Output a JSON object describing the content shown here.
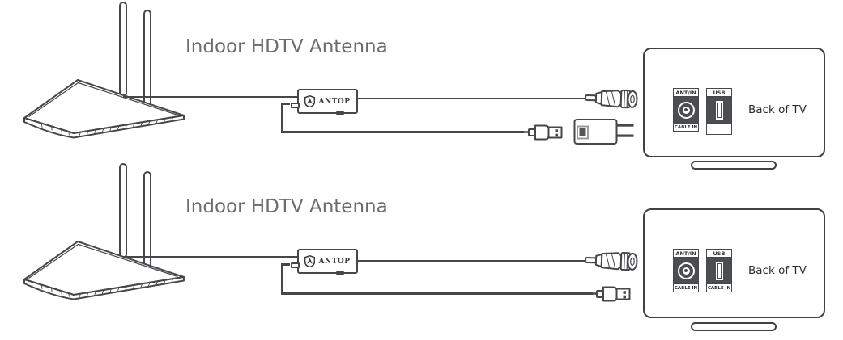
{
  "colors": {
    "line_art": "#45474b",
    "title_text": "#6a6c71",
    "port_panel_dark": "#4b4d51",
    "label_text": "#2f3134"
  },
  "icons": {
    "antop_logo": "shield-with-chevron",
    "coax_port": "concentric-circles",
    "usb_port": "vertical-slot"
  },
  "diagrams": [
    {
      "title": "Indoor HDTV Antenna",
      "amplifier": {
        "brand": "ANTOP"
      },
      "connections": [
        "antenna-to-amplifier-coax",
        "amplifier-usb-power-to-wall-adapter",
        "amplifier-coax-to-tv-ant-in"
      ],
      "accessories": [
        "coax-connector",
        "usb-plug",
        "power-adapter"
      ],
      "tv": {
        "label": "Back of TV",
        "ports": [
          {
            "name": "ANT/IN",
            "bottom_label": "CABLE IN",
            "type": "coax"
          },
          {
            "name": "USB",
            "bottom_label": "",
            "type": "usb"
          }
        ]
      }
    },
    {
      "title": "Indoor HDTV Antenna",
      "amplifier": {
        "brand": "ANTOP"
      },
      "connections": [
        "antenna-to-amplifier-coax",
        "amplifier-usb-power-to-tv-usb",
        "amplifier-coax-to-tv-ant-in"
      ],
      "accessories": [
        "coax-connector",
        "usb-plug"
      ],
      "tv": {
        "label": "Back of TV",
        "ports": [
          {
            "name": "ANT/IN",
            "bottom_label": "CABLE IN",
            "type": "coax"
          },
          {
            "name": "USB",
            "bottom_label": "CABLE IN",
            "type": "usb"
          }
        ]
      }
    }
  ]
}
